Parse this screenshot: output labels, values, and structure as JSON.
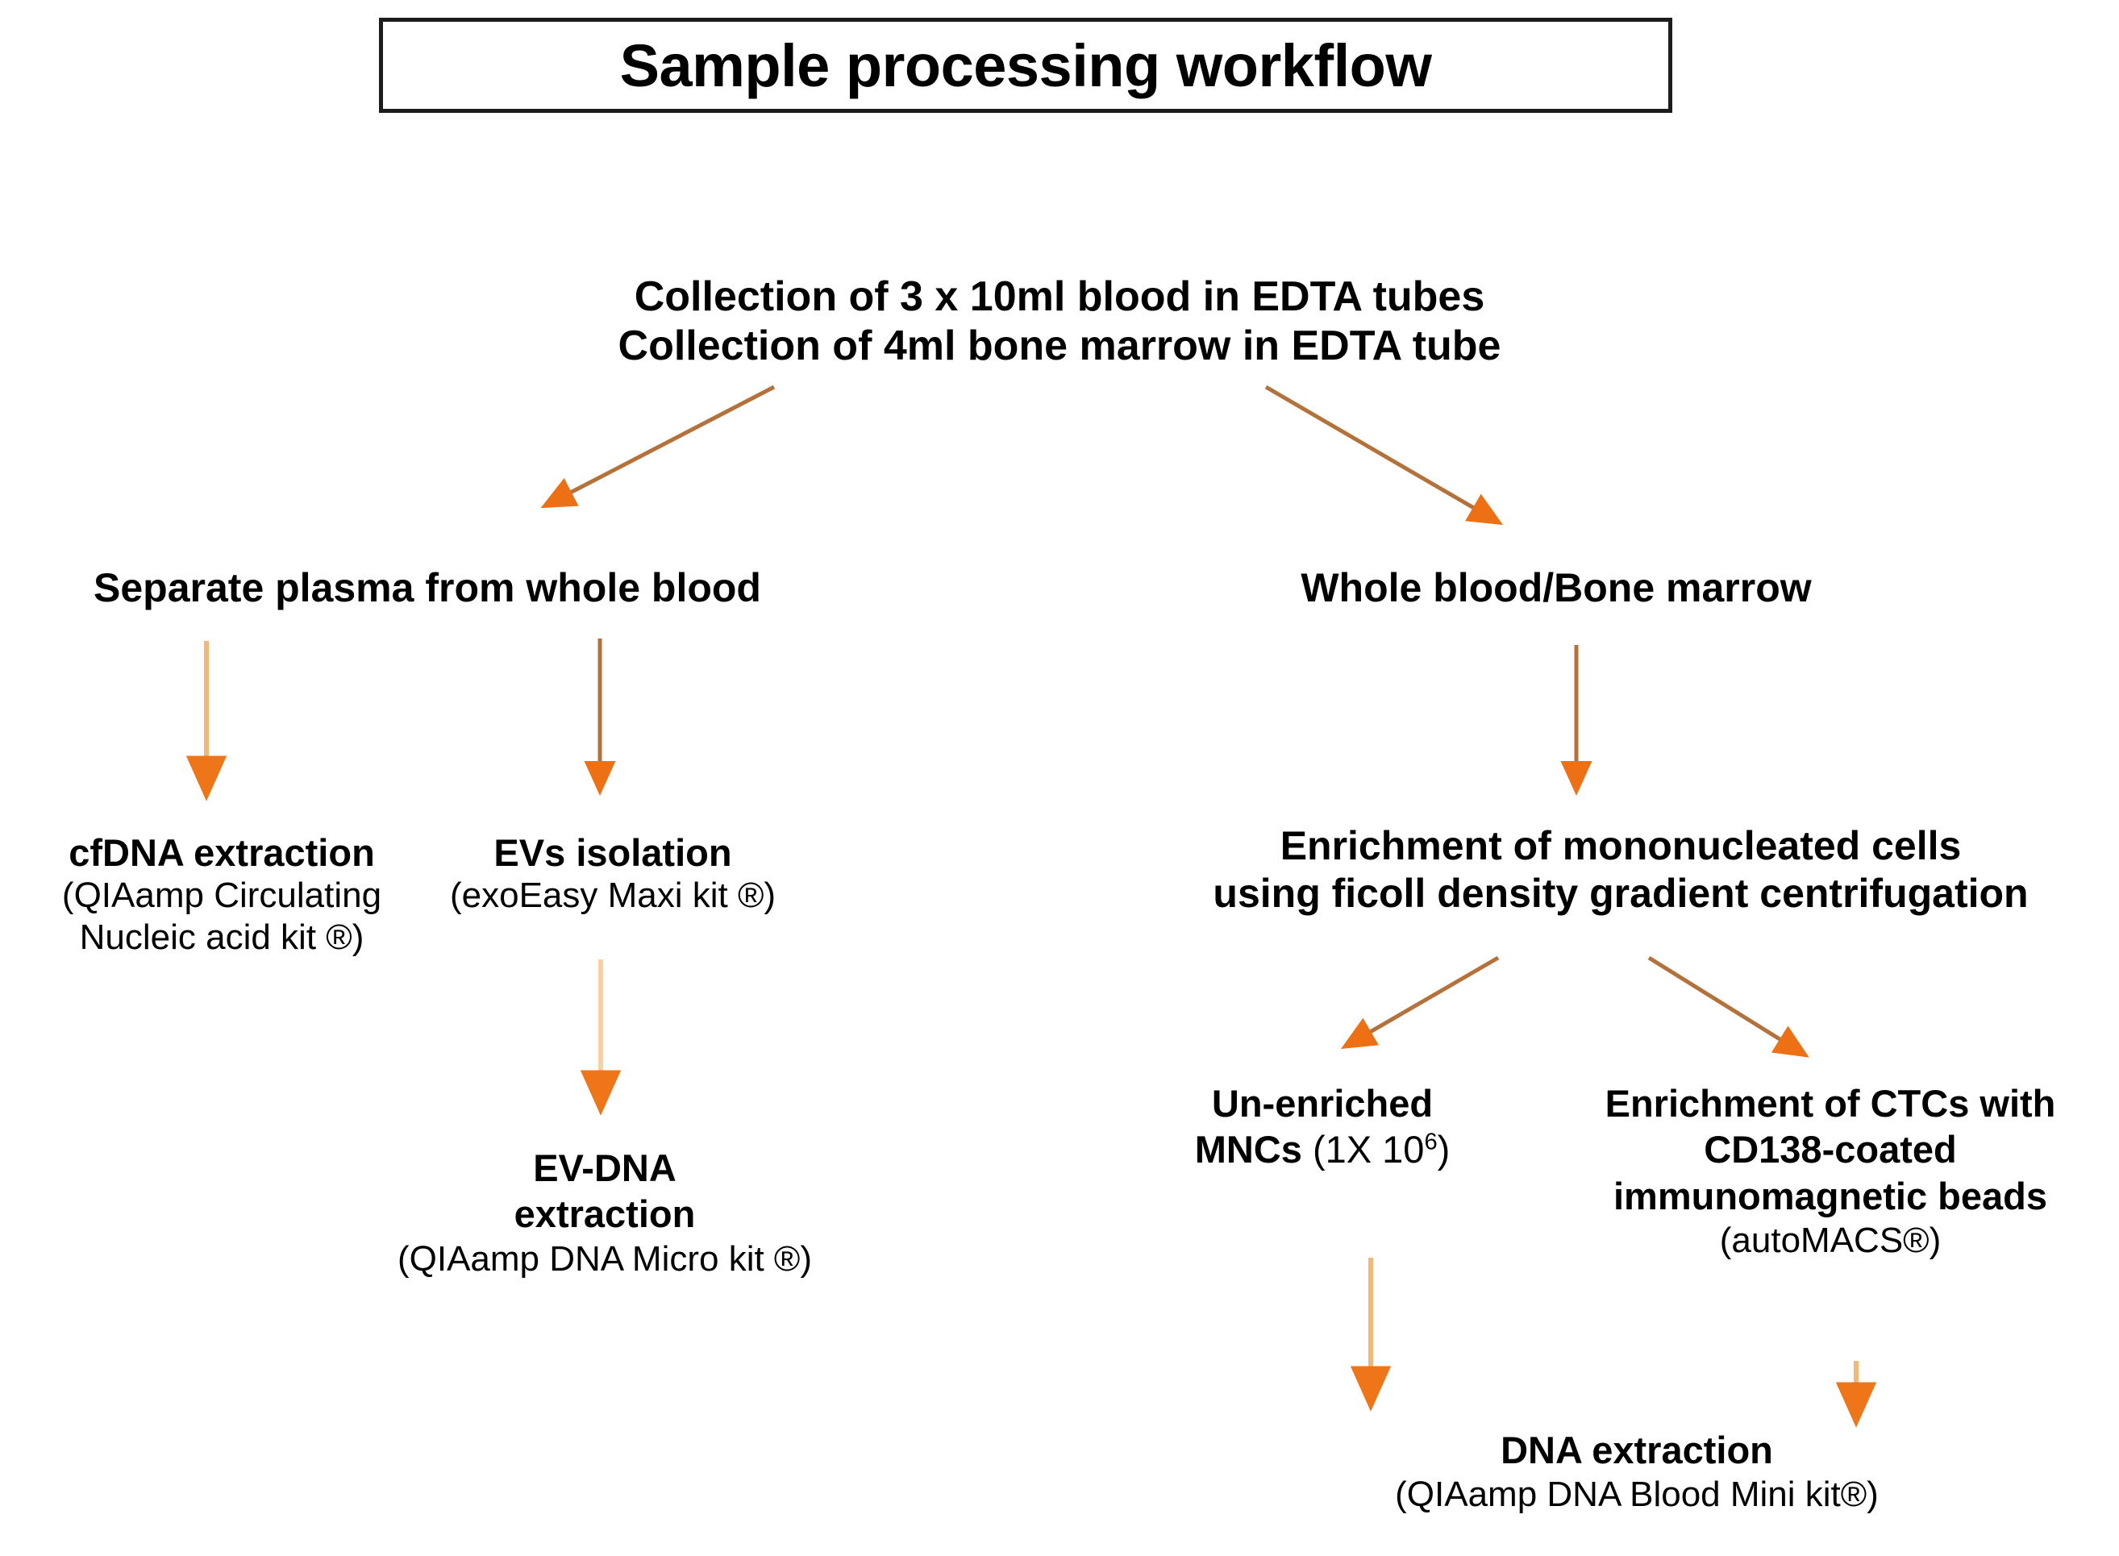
{
  "title": {
    "text": "Sample processing workflow"
  },
  "colors": {
    "arrow_head": "#ED7014",
    "arrow_line_light": "#F2B878",
    "arrow_line_dark": "#B5713A",
    "text": "#000000",
    "title_border": "#1c1c1c",
    "background": "#FFFFFF"
  },
  "nodes": {
    "collection": {
      "line1": "Collection of 3 x 10ml blood in EDTA tubes",
      "line2": "Collection of 4ml bone marrow in EDTA tube"
    },
    "plasma": {
      "label": "Separate plasma from whole blood"
    },
    "whole_blood": {
      "label": "Whole blood/Bone marrow"
    },
    "cfdna": {
      "title": "cfDNA extraction",
      "sub_line1": "(QIAamp Circulating",
      "sub_line2": "Nucleic acid kit ®)"
    },
    "evs": {
      "title": "EVs isolation",
      "sub_line1": "(exoEasy Maxi kit ®)"
    },
    "ficoll": {
      "line1": "Enrichment of mononucleated cells",
      "line2": "using ficoll density gradient centrifugation"
    },
    "evdna": {
      "title_line1": "EV-DNA",
      "title_line2": "extraction",
      "sub_line1": "(QIAamp DNA Micro kit ®)"
    },
    "mnc": {
      "title_line1": "Un-enriched",
      "title_line2_bold": "MNCs",
      "title_line2_rest_pre": " (1X 10",
      "title_line2_sup": "6",
      "title_line2_rest_post": ")"
    },
    "ctc": {
      "line1": "Enrichment of CTCs with",
      "line2": "CD138-coated",
      "line3": "immunomagnetic beads",
      "sub_line1": "(autoMACS®)"
    },
    "dna": {
      "title": "DNA extraction",
      "sub_line1": "(QIAamp DNA Blood Mini kit®)"
    }
  },
  "edges": [
    {
      "name": "collection-to-plasma",
      "from": "collection",
      "to": "plasma",
      "style": "diagonal-left"
    },
    {
      "name": "collection-to-whole-blood",
      "from": "collection",
      "to": "whole_blood",
      "style": "diagonal-right"
    },
    {
      "name": "plasma-to-cfdna",
      "from": "plasma",
      "to": "cfdna",
      "style": "vertical"
    },
    {
      "name": "plasma-to-evs",
      "from": "plasma",
      "to": "evs",
      "style": "vertical"
    },
    {
      "name": "whole-blood-to-ficoll",
      "from": "whole_blood",
      "to": "ficoll",
      "style": "vertical"
    },
    {
      "name": "evs-to-evdna",
      "from": "evs",
      "to": "evdna",
      "style": "vertical"
    },
    {
      "name": "ficoll-to-mnc",
      "from": "ficoll",
      "to": "mnc",
      "style": "diagonal-left"
    },
    {
      "name": "ficoll-to-ctc",
      "from": "ficoll",
      "to": "ctc",
      "style": "diagonal-right"
    },
    {
      "name": "mnc-to-dna",
      "from": "mnc",
      "to": "dna",
      "style": "vertical"
    },
    {
      "name": "ctc-to-dna",
      "from": "ctc",
      "to": "dna",
      "style": "vertical"
    }
  ]
}
